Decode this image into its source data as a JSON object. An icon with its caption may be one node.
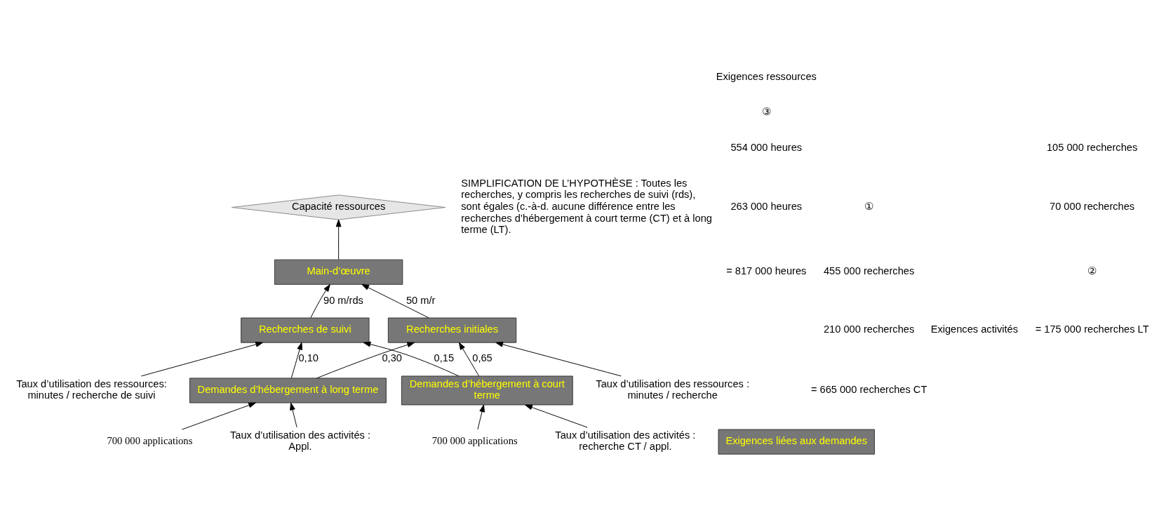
{
  "diagram": {
    "nodes": [
      {
        "text": [
          "Capacité ressources"
        ]
      },
      {
        "text": [
          "Main-d’œuvre"
        ]
      },
      {
        "text": [
          "Recherches initiales"
        ]
      },
      {
        "text": [
          "Recherches de suivi"
        ]
      },
      {
        "text": [
          "Demandes d’hébergement à court terme"
        ]
      },
      {
        "text": [
          "Demandes d’hébergement à long terme"
        ]
      },
      {
        "text": [
          "Exigences liées aux demandes"
        ]
      },
      {
        "text": [
          "700 000 applications"
        ]
      },
      {
        "text": [
          "700 000 applications"
        ]
      },
      {
        "text": [
          "Taux d’utilisation des ressources : minutes / recherche"
        ]
      },
      {
        "text": [
          "Taux d’utilisation des ressources: minutes / recherche de suivi"
        ]
      },
      {
        "text": [
          "Taux d’utilisation des activités : recherche CT / appl."
        ]
      },
      {
        "text": [
          "Taux d’utilisation des activités : Appl."
        ]
      }
    ],
    "edges": [
      {
        "from": 1,
        "to": 0,
        "arrow": "to"
      },
      {
        "from": 2,
        "to": 1,
        "arrow": "to",
        "label": "50 m/r"
      },
      {
        "from": 3,
        "to": 1,
        "arrow": "to",
        "label": "90 m/rds"
      },
      {
        "from": 4,
        "to": 2,
        "arrow": "to",
        "label": "0,65"
      },
      {
        "from": 4,
        "to": 3,
        "arrow": "to",
        "label": "0,15"
      },
      {
        "from": 5,
        "to": 2,
        "arrow": "to",
        "label": "0,30"
      },
      {
        "from": 5,
        "to": 3,
        "arrow": "to",
        "label": "0,10"
      },
      {
        "from": 7,
        "to": 4,
        "arrow": "to"
      },
      {
        "from": 8,
        "to": 5,
        "arrow": "to"
      },
      {
        "from": 9,
        "to": 2,
        "arrow": "to"
      },
      {
        "from": 10,
        "to": 3,
        "arrow": "to"
      },
      {
        "from": 11,
        "to": 4,
        "arrow": "to"
      },
      {
        "from": 12,
        "to": 5,
        "arrow": "to"
      }
    ],
    "labels": [
      "SIMPLIFICATION DE L’HYPOTHÈSE : Toutes les recherches, y compris les recherches de suivi (rds), sont égales (c.-à-d. aucune différence entre les recherches d’hébergement à court terme (CT) et à long terme (LT).",
      "Exigences ressources",
      "③",
      "554 000 heures",
      "263 000 heures",
      "= 817 000 heures",
      "①",
      "455 000 recherches",
      "210 000 recherches",
      "= 665 000 recherches CT",
      "Exigences activités",
      "105 000 recherches",
      "70 000 recherches",
      "②",
      "= 175 000 recherches LT"
    ]
  }
}
